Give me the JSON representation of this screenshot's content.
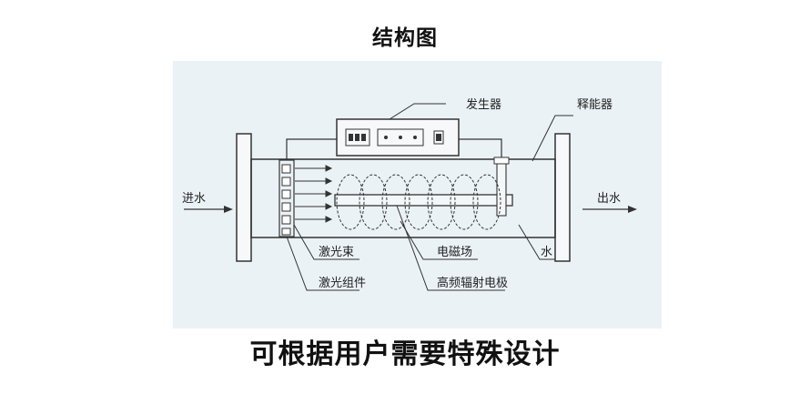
{
  "title": "结构图",
  "subtitle": "可根据用户需要特殊设计",
  "labels": {
    "generator": "发生器",
    "energy_releaser": "释能器",
    "water_in": "进水",
    "water_out": "出水",
    "laser_beam": "激光束",
    "laser_assembly": "激光组件",
    "em_field": "电磁场",
    "hf_electrode": "高频辐射电极",
    "water": "水"
  }
}
